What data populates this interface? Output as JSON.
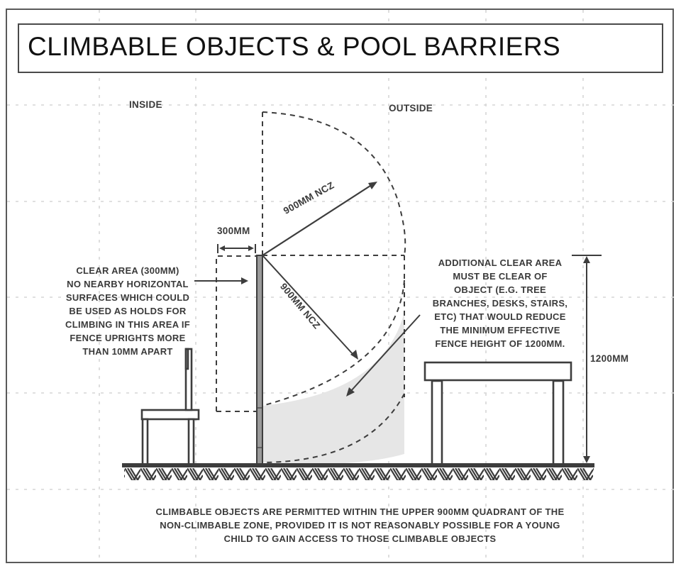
{
  "title": "CLIMBABLE OBJECTS & POOL BARRIERS",
  "labels": {
    "inside": "INSIDE",
    "outside": "OUTSIDE",
    "clear_width": "300MM",
    "ncz_upper": "900MM NCZ",
    "ncz_lower": "900MM NCZ",
    "fence_height": "1200MM",
    "clear_area_note": "CLEAR AREA (300MM)\nNO NEARBY HORIZONTAL\nSURFACES WHICH COULD\nBE USED AS HOLDS FOR\nCLIMBING IN THIS AREA IF\nFENCE UPRIGHTS MORE\nTHAN 10MM APART",
    "additional_area_note": "ADDITIONAL CLEAR AREA\nMUST BE CLEAR OF\nOBJECT (E.G. TREE\nBRANCHES, DESKS, STAIRS,\nETC) THAT WOULD REDUCE\nTHE MINIMUM EFFECTIVE\nFENCE HEIGHT OF 1200MM.",
    "footer_note": "CLIMBABLE OBJECTS ARE PERMITTED WITHIN THE UPPER 900MM QUADRANT OF THE\nNON-CLIMBABLE ZONE, PROVIDED IT IS NOT REASONABLY POSSIBLE FOR A YOUNG\nCHILD TO GAIN ACCESS TO THOSE CLIMBABLE OBJECTS"
  },
  "colors": {
    "line": "#3d3d3d",
    "grid": "#d6d6d6",
    "shade": "#e6e6e6",
    "text": "#3a3a3a"
  },
  "objects": {
    "left_object": "chair",
    "right_object": "table",
    "barrier": "fence"
  }
}
